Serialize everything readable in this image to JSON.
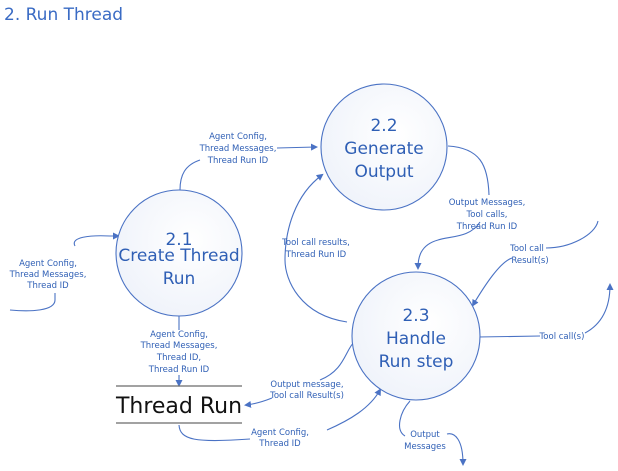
{
  "title": "2. Run Thread",
  "colors": {
    "accent": "#4a72c4",
    "text": "#2f5fb5",
    "store_text": "#111111"
  },
  "processes": [
    {
      "id": "2.1",
      "name_lines": [
        "Create Thread",
        "Run"
      ]
    },
    {
      "id": "2.2",
      "name_lines": [
        "Generate",
        "Output"
      ]
    },
    {
      "id": "2.3",
      "name_lines": [
        "Handle",
        "Run step"
      ]
    }
  ],
  "data_store": {
    "label": "Thread Run"
  },
  "flows": [
    {
      "id": "ext-to-2.1",
      "lines": [
        "Agent Config,",
        "Thread Messages,",
        "Thread ID"
      ]
    },
    {
      "id": "2.1-to-2.2",
      "lines": [
        "Agent Config,",
        "Thread Messages,",
        "Thread Run ID"
      ]
    },
    {
      "id": "2.1-to-store",
      "lines": [
        "Agent Config,",
        "Thread Messages,",
        "Thread ID,",
        "Thread Run ID"
      ]
    },
    {
      "id": "2.2-to-2.3",
      "lines": [
        "Output Messages,",
        "Tool calls,",
        "Thread Run ID"
      ]
    },
    {
      "id": "2.3-to-2.2",
      "lines": [
        "Tool call results,",
        "Thread Run ID"
      ]
    },
    {
      "id": "ext-to-2.3",
      "lines": [
        "Tool call",
        "Result(s)"
      ]
    },
    {
      "id": "2.3-to-ext-toolcalls",
      "lines": [
        "Tool call(s)"
      ]
    },
    {
      "id": "2.3-to-store",
      "lines": [
        "Output message,",
        "Tool call Result(s)"
      ]
    },
    {
      "id": "store-to-2.3",
      "lines": [
        "Agent Config,",
        "Thread ID"
      ]
    },
    {
      "id": "2.3-to-output",
      "lines": [
        "Output",
        "Messages"
      ]
    }
  ]
}
